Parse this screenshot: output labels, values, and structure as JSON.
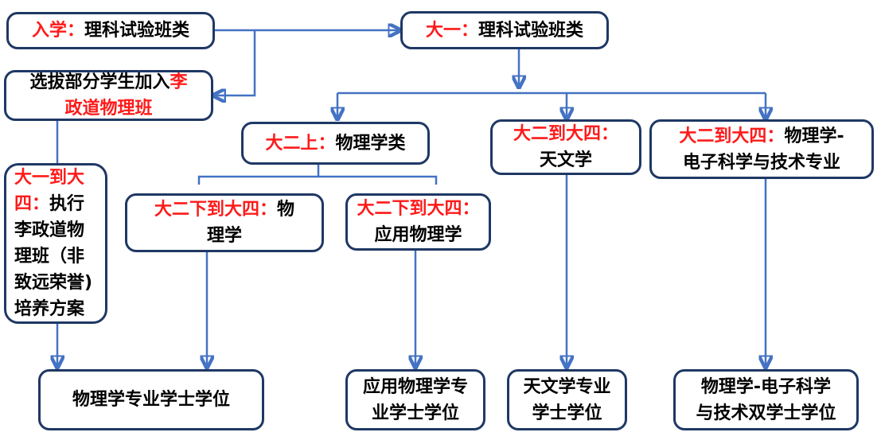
{
  "nodes": {
    "enroll": {
      "label": "入学：",
      "text": "理科试验班类"
    },
    "year1": {
      "label": "大一：",
      "text": "理科试验班类"
    },
    "select": {
      "line1_text": "选拔部分学生加入",
      "line1_red": "李",
      "line2_red": "政道物理班"
    },
    "li_plan": {
      "line1": "大一到大",
      "line2_red": "四：",
      "line2_text": "执行",
      "line3": "李政道物",
      "line4": "理班（非",
      "line5": "致远荣誉)",
      "line6": "培养方案"
    },
    "year2_first": {
      "label": "大二上：",
      "text": "物理学类"
    },
    "physics_track": {
      "label": "大二下到大四：",
      "text1": "物",
      "text2": "理学"
    },
    "applied_track": {
      "label": "大二下到大四：",
      "text": "应用物理学"
    },
    "astro_track": {
      "label": "大二到大四：",
      "text": "天文学"
    },
    "pe_track": {
      "label": "大二到大四：",
      "text1": "物理学-",
      "text2": "电子科学与技术专业"
    },
    "deg_physics": {
      "text": "物理学专业学士学位"
    },
    "deg_applied": {
      "line1": "应用物理学专",
      "line2": "业学士学位"
    },
    "deg_astro": {
      "line1": "天文学专业",
      "line2": "学士学位"
    },
    "deg_pe": {
      "line1": "物理学-电子科学",
      "line2": "与技术双学士学位"
    }
  },
  "colors": {
    "border": "#1f3864",
    "connector": "#4472c4",
    "highlight": "#ff1a1a"
  }
}
